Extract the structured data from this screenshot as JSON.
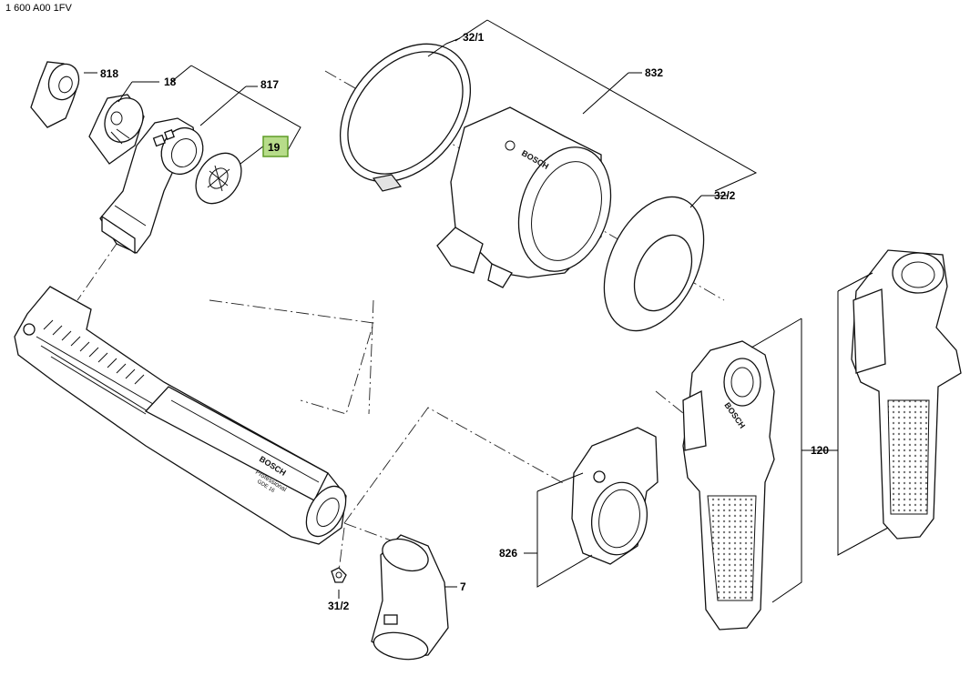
{
  "document": {
    "id": "1 600 A00 1FV"
  },
  "labels": {
    "p818": "818",
    "p18": "18",
    "p817": "817",
    "p19": "19",
    "p32_1": "32/1",
    "p832": "832",
    "p32_2": "32/2",
    "p120": "120",
    "p826": "826",
    "p7": "7",
    "p31_2": "31/2"
  },
  "highlight": {
    "part": "19",
    "color": "#b7dc8a",
    "border": "#5e9b26"
  },
  "branding": {
    "logo": "BOSCH",
    "line1": "Professional",
    "line2": "GDE 16"
  }
}
